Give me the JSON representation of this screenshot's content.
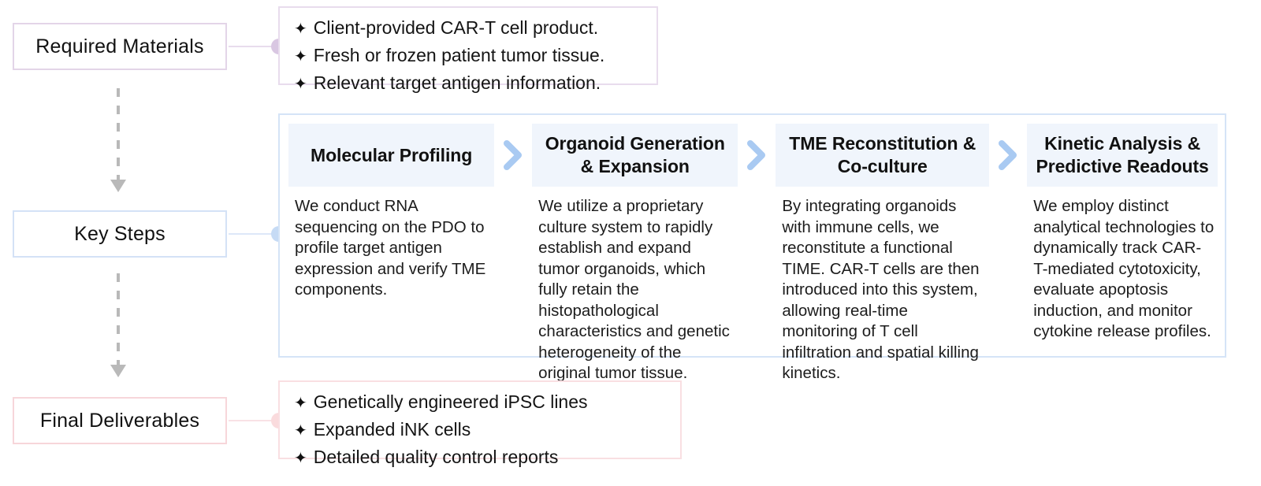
{
  "diagram": {
    "type": "workflow",
    "title": "",
    "colors": {
      "materials_border": "#e3d5e8",
      "materials_dot": "#d9c7e2",
      "keysteps_border": "#d4e2f6",
      "keysteps_dot": "#c6dbf5",
      "deliverables_border": "#f7d6da",
      "deliverables_dot": "#fadbdd",
      "chevron": "#a9caf2",
      "step_header_bg": "#f0f5fc",
      "arrow_gray": "#b9b9b9"
    }
  },
  "sections": {
    "materials": {
      "label": "Required Materials",
      "bullet_glyph": "✦",
      "items": [
        "Client-provided CAR-T cell product.",
        "Fresh or frozen patient tumor tissue.",
        "Relevant target antigen information."
      ]
    },
    "keysteps": {
      "label": "Key Steps",
      "steps": [
        {
          "title": "Molecular Profiling",
          "body": "We conduct RNA sequencing on the PDO to profile target antigen expression and verify TME components."
        },
        {
          "title": "Organoid Generation & Expansion",
          "body": "We utilize a proprietary culture system to rapidly establish and expand tumor organoids, which fully retain the histopathological characteristics and genetic heterogeneity of the original tumor tissue."
        },
        {
          "title": "TME Reconstitution & Co-culture",
          "body": "By integrating organoids with immune cells, we reconstitute a functional TIME. CAR-T cells are then introduced into this system, allowing real-time monitoring of T cell infiltration and spatial killing kinetics."
        },
        {
          "title": "Kinetic Analysis & Predictive Readouts",
          "body": "We employ distinct analytical technologies to dynamically track CAR-T-mediated cytotoxicity, evaluate apoptosis induction, and monitor cytokine release profiles."
        }
      ]
    },
    "deliverables": {
      "label": "Final Deliverables",
      "bullet_glyph": "✦",
      "items": [
        "Genetically engineered iPSC lines",
        "Expanded iNK cells",
        "Detailed quality control reports"
      ]
    }
  }
}
